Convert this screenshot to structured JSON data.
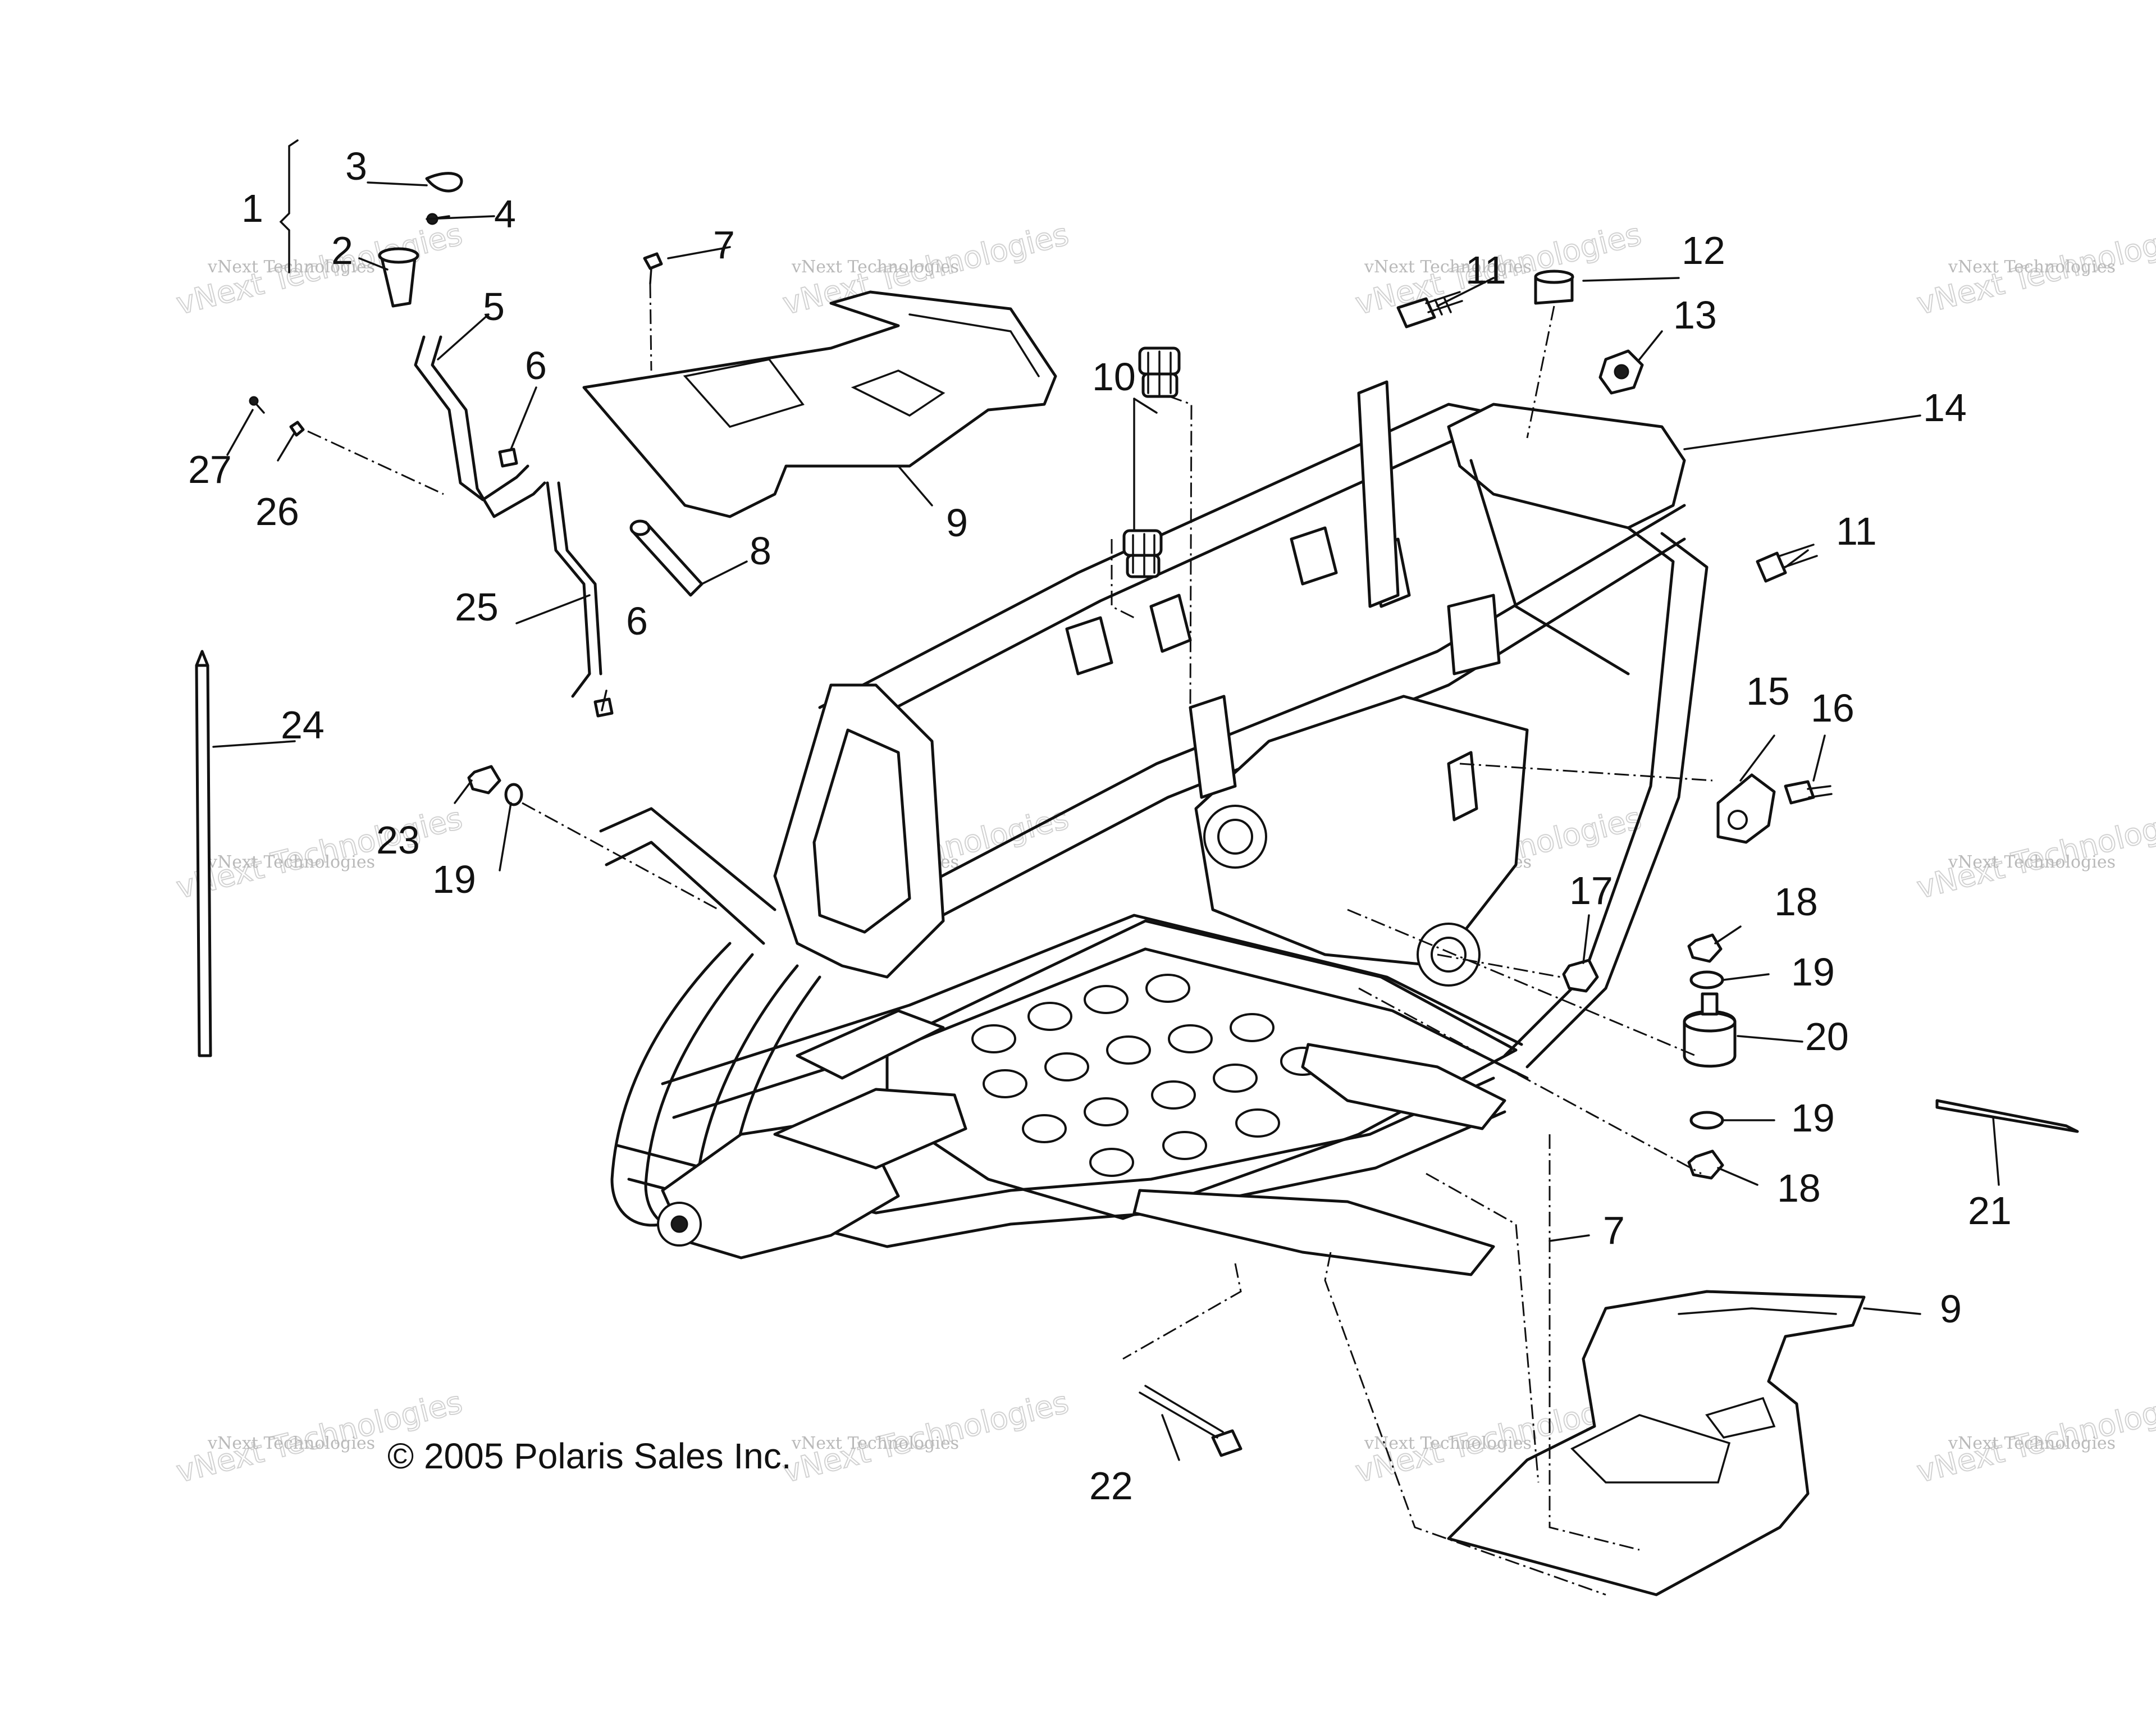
{
  "diagram": {
    "copyright": "© 2005 Polaris Sales Inc.",
    "watermark_line1": "vNext Technologies",
    "watermark_line2": "vNext Technologies",
    "callouts": [
      "1",
      "2",
      "3",
      "4",
      "5",
      "6",
      "7",
      "8",
      "9",
      "10",
      "11",
      "12",
      "13",
      "14",
      "11",
      "15",
      "16",
      "6",
      "24",
      "25",
      "26",
      "27",
      "23",
      "19",
      "17",
      "18",
      "19",
      "20",
      "19",
      "18",
      "21",
      "7",
      "9",
      "22"
    ]
  }
}
